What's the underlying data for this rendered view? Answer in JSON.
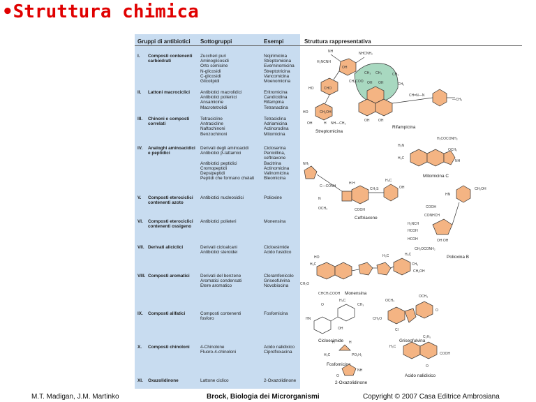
{
  "title": "•Struttura chimica",
  "table": {
    "headers": {
      "group": "Gruppi di antibiotici",
      "subgroup": "Sottogruppi",
      "examples": "Esempi",
      "structure": "Struttura rappresentativa"
    },
    "rows": [
      {
        "num": "I.",
        "group": [
          "Composti contenenti",
          "carboidrati"
        ],
        "subgroups": [
          "Zuccheri puri",
          "Aminoglicosidi",
          "Orto somicine",
          "N-glicosidi",
          "C-glicosidi",
          "Glicolipidi"
        ],
        "examples": [
          "Nojirimicina",
          "Streptomicina",
          "Everninomicina",
          "Streptotricina",
          "Vancomicina",
          "Moenomicina"
        ]
      },
      {
        "num": "II.",
        "group": [
          "Lattoni macrociclici"
        ],
        "subgroups": [
          "Antibiotici macrolidici",
          "Antibiotici polienici",
          "Ansamicine",
          "Macrotetrolidi"
        ],
        "examples": [
          "Eritromicina",
          "Candicidina",
          "Rifampina",
          "Tetranactina"
        ]
      },
      {
        "num": "III.",
        "group": [
          "Chinoni e composti",
          "correlati"
        ],
        "subgroups": [
          "Tetracicline",
          "Antracicline",
          "Naftochinoni",
          "Benzochinoni"
        ],
        "examples": [
          "Tetraciclina",
          "Adriamicina",
          "Actinorodina",
          "Mitomicina"
        ]
      },
      {
        "num": "IV.",
        "group": [
          "Analoghi aminoacidici",
          "e peptidici"
        ],
        "subgroups": [
          "Derivati degli aminoacidi",
          "Antibiotici β-lattamici",
          "",
          "Antibiotici peptidici",
          "Cromopeptidi",
          "Depsipeptidi",
          "Peptidi che formano chelati"
        ],
        "examples": [
          "Cicloserina",
          "Penicillina,",
          "  ceftriaxone",
          "Bacitrina",
          "Actinomicina",
          "Valinomicina",
          "Bleomicina"
        ]
      },
      {
        "num": "V.",
        "group": [
          "Composti eterociclici",
          "contenenti azoto"
        ],
        "subgroups": [
          "Antibiotici nucleosidici"
        ],
        "examples": [
          "Polioxine"
        ]
      },
      {
        "num": "VI.",
        "group": [
          "Composti eterociclici",
          "contenenti ossigeno"
        ],
        "subgroups": [
          "Antibiotici polieteri"
        ],
        "examples": [
          "Monensina"
        ]
      },
      {
        "num": "VII.",
        "group": [
          "Derivati aliciclici"
        ],
        "subgroups": [
          "Derivati cicloalcani",
          "Antibiotici steroidei"
        ],
        "examples": [
          "Cicloesimide",
          "Acido fusidico"
        ]
      },
      {
        "num": "VIII.",
        "group": [
          "Composti aromatici"
        ],
        "subgroups": [
          "Derivati del benzene",
          "Aromatici condensati",
          "Etere aromatico"
        ],
        "examples": [
          "Cloramfenicolo",
          "Griseofulvina",
          "Novobiocina"
        ]
      },
      {
        "num": "IX.",
        "group": [
          "Composti alifatici"
        ],
        "subgroups": [
          "Composti contenenti",
          "  fosforo"
        ],
        "examples": [
          "Fosfomicina"
        ]
      },
      {
        "num": "X.",
        "group": [
          "Composti chinoloni"
        ],
        "subgroups": [
          "4-Chinolone",
          "Fluoro-4-chinoloni"
        ],
        "examples": [
          "Acido nalidixico",
          "Ciprofloxacina"
        ]
      },
      {
        "num": "XI.",
        "group": [
          "Oxazolidinone"
        ],
        "subgroups": [
          "Lattone ciclico"
        ],
        "examples": [
          "2-Oxazolidinone"
        ]
      }
    ],
    "structure_labels": {
      "streptomicina": "Streptomicina",
      "rifampicina": "Rifampicina",
      "mitomicina": "Mitomicina C",
      "ceftriaxone": "Ceftriaxone",
      "poliossina": "Polioxina B",
      "monensina": "Monensina",
      "cicloesimide": "Cicloesimide",
      "griseofulvina": "Griseofulvina",
      "fosfomicina": "Fosfomicina",
      "nalidixico": "Acido nalidixico",
      "oxazolidinone": "2-Oxazolidinone"
    }
  },
  "footer": {
    "authors": "M.T. Madigan, J.M. Martinko",
    "book": "Brock, Biologia dei Microrganismi",
    "copyright": "Copyright © 2007 Casa Editrice Ambrosiana"
  },
  "colors": {
    "title": "#e00000",
    "panel": "#c8dcf0",
    "ring": "#f4b483",
    "ring_green": "#a8d8c0"
  }
}
